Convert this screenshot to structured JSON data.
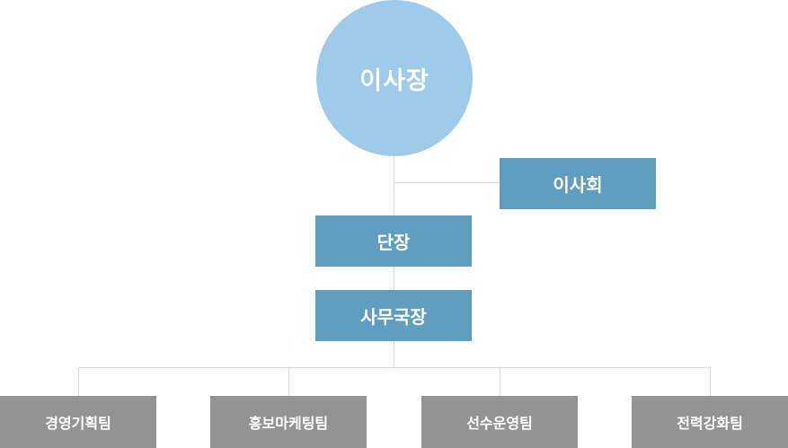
{
  "colors": {
    "circle": "#9fcbea",
    "executive_box": "#5f9ebf",
    "team_box": "#939393",
    "connector": "#d9d9d9"
  },
  "chairman": "이사장",
  "board": "이사회",
  "director": "단장",
  "secretary_general": "사무국장",
  "teams": [
    "경영기획팀",
    "홍보마케팅팀",
    "선수운영팀",
    "전력강화팀"
  ]
}
